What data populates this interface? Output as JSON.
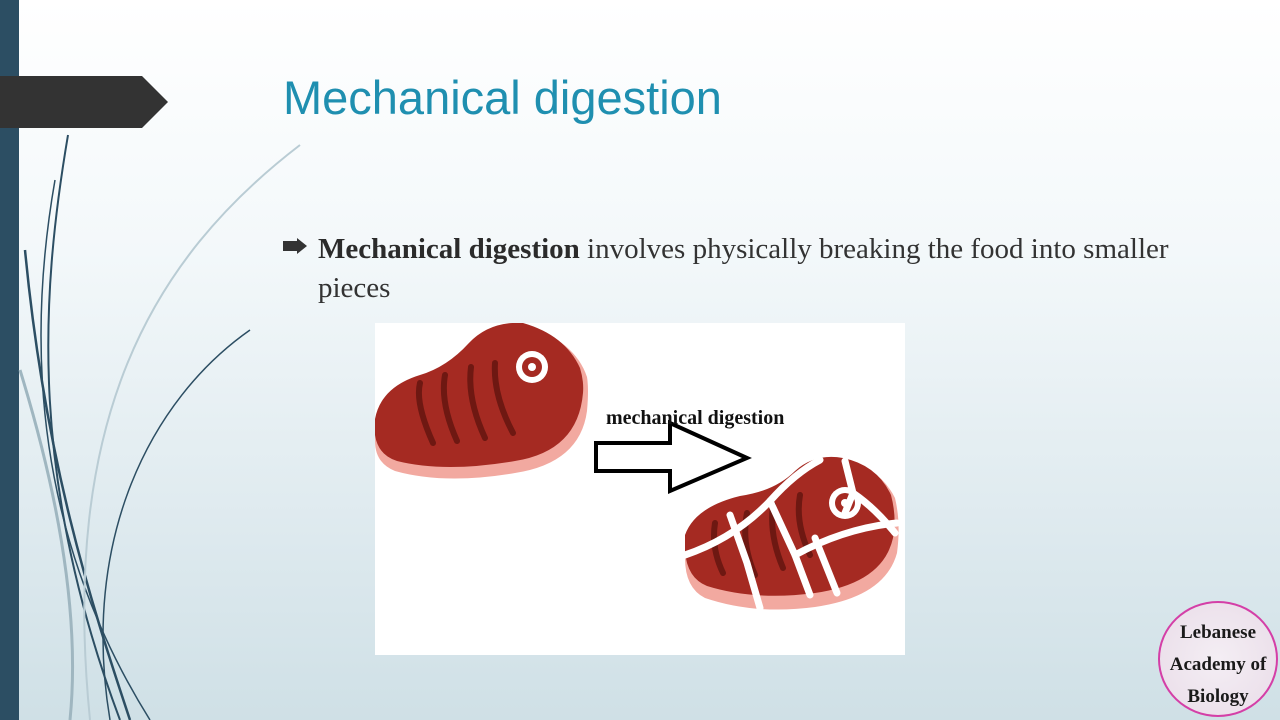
{
  "slide": {
    "title": "Mechanical digestion",
    "bullet": {
      "bold": "Mechanical digestion",
      "rest": " involves physically breaking the food into smaller pieces"
    }
  },
  "figure": {
    "label": "mechanical digestion",
    "icons": [
      "whole-steak-icon",
      "arrow-right-icon",
      "cut-steak-icon"
    ]
  },
  "logo": {
    "lines": [
      "Lebanese",
      "Academy of",
      "Biology"
    ]
  },
  "colors": {
    "title": "#1f8fb0",
    "sidebar": "#2c4e63",
    "meat": "#a52a22",
    "fat": "#f2a9a0",
    "logo_border": "#d43fa7"
  }
}
